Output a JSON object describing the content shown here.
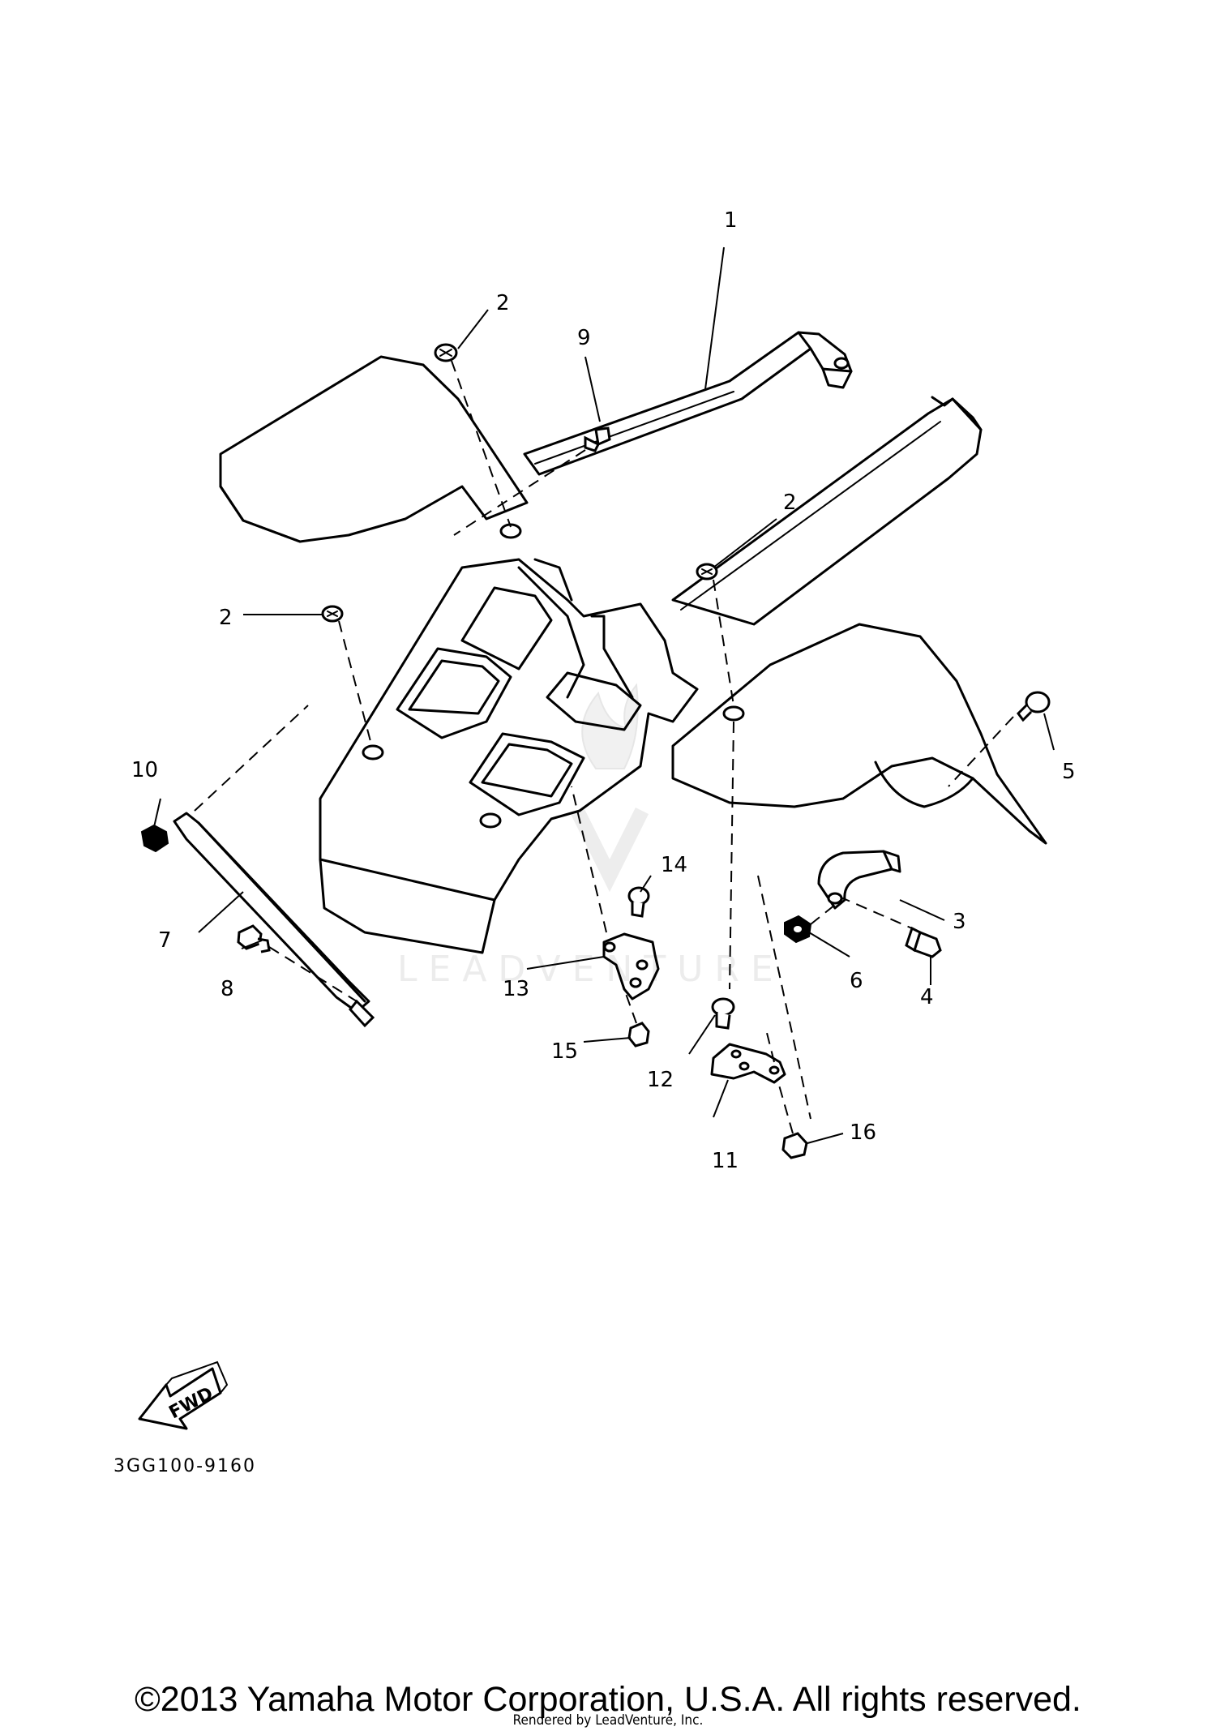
{
  "diagram": {
    "callouts": {
      "c1": "1",
      "c2a": "2",
      "c2b": "2",
      "c2c": "2",
      "c3": "3",
      "c4": "4",
      "c5": "5",
      "c6": "6",
      "c7": "7",
      "c8": "8",
      "c9": "9",
      "c10": "10",
      "c11": "11",
      "c12": "12",
      "c13": "13",
      "c14": "14",
      "c15": "15",
      "c16": "16"
    },
    "fwd_label": "FWD",
    "drawing_code": "3GG100-9160"
  },
  "watermark": {
    "brand": "LEADVENTURE"
  },
  "footer": {
    "copyright": "©2013 Yamaha Motor Corporation, U.S.A. All rights reserved.",
    "rendered_by": "Rendered by LeadVenture, Inc."
  }
}
